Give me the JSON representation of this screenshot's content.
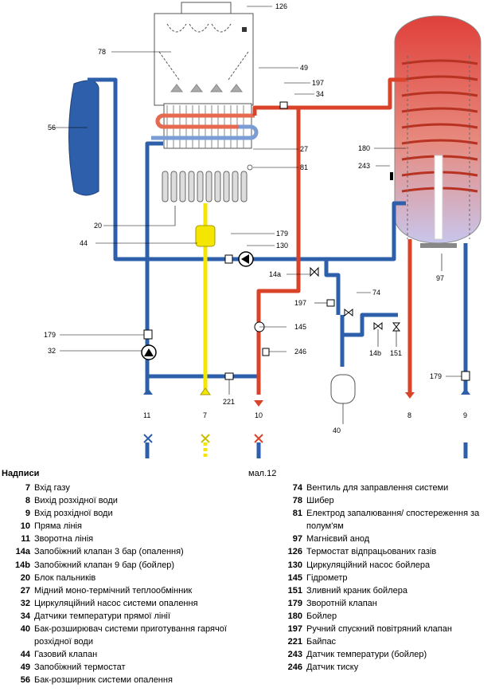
{
  "figure_number": "мал.12",
  "legend_title": "Надписи",
  "diagram_labels": {
    "l126": "126",
    "l78": "78",
    "l49": "49",
    "l197a": "197",
    "l34": "34",
    "l56": "56",
    "l27": "27",
    "l81": "81",
    "l180": "180",
    "l243": "243",
    "l20": "20",
    "l179a": "179",
    "l44": "44",
    "l130": "130",
    "l97": "97",
    "l14a": "14a",
    "l74": "74",
    "l197b": "197",
    "l145": "145",
    "l179b": "179",
    "l32": "32",
    "l14b": "14b",
    "l151": "151",
    "l246": "246",
    "l179c": "179",
    "l221": "221",
    "l40": "40",
    "c11": "11",
    "c7": "7",
    "c10": "10",
    "c8": "8",
    "c9": "9"
  },
  "colors": {
    "cold": "#2e5fab",
    "hot": "#d9432a",
    "gas": "#f4e600",
    "tank_top": "#e0403a",
    "tank_bottom": "#c8c6ec"
  },
  "legend_left": [
    {
      "num": "7",
      "text": "Вхід газу"
    },
    {
      "num": "8",
      "text": "Вихід розхідної води"
    },
    {
      "num": "9",
      "text": "Вхід розхідної води"
    },
    {
      "num": "10",
      "text": "Пряма лінія"
    },
    {
      "num": "11",
      "text": "Зворотна лінія"
    },
    {
      "num": "14a",
      "text": "Запобіжний клапан 3 бар (опалення)"
    },
    {
      "num": "14b",
      "text": "Запобіжний клапан 9 бар (бойлер)"
    },
    {
      "num": "20",
      "text": "Блок пальників"
    },
    {
      "num": "27",
      "text": "Мідний моно-термічний теплообмінник"
    },
    {
      "num": "32",
      "text": "Циркуляційний насос системи опалення"
    },
    {
      "num": "34",
      "text": "Датчики температури прямої лінії"
    },
    {
      "num": "40",
      "text": "Бак-розширювач системи приготування гарячої розхідної води"
    },
    {
      "num": "44",
      "text": "Газовий клапан"
    },
    {
      "num": "49",
      "text": "Запобіжний термостат"
    },
    {
      "num": "56",
      "text": "Бак-розширник системи опалення"
    }
  ],
  "legend_right": [
    {
      "num": "74",
      "text": "Вентиль для заправлення системи"
    },
    {
      "num": "78",
      "text": "Шибер"
    },
    {
      "num": "81",
      "text": "Електрод запалювання/ спостереження за полум'ям"
    },
    {
      "num": "97",
      "text": "Магнієвий анод"
    },
    {
      "num": "126",
      "text": "Термостат відпрацьованих газів"
    },
    {
      "num": "130",
      "text": "Циркуляційний насос бойлера"
    },
    {
      "num": "145",
      "text": "Гідрометр"
    },
    {
      "num": "151",
      "text": "Зливний краник бойлера"
    },
    {
      "num": "179",
      "text": "Зворотній клапан"
    },
    {
      "num": "180",
      "text": "Бойлер"
    },
    {
      "num": "197",
      "text": "Ручний спускний повітряний клапан"
    },
    {
      "num": "221",
      "text": "Байпас"
    },
    {
      "num": "243",
      "text": "Датчик температури (бойлер)"
    },
    {
      "num": "246",
      "text": "Датчик тиску"
    }
  ]
}
